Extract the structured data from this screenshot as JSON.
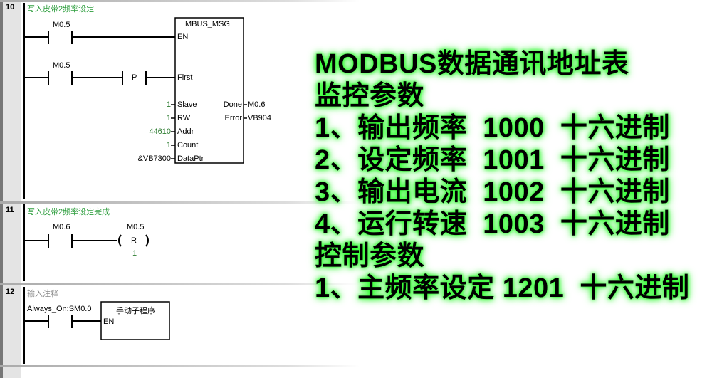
{
  "networks": [
    {
      "number": "10",
      "comment": "写入皮带2频率设定",
      "contact1": "M0.5",
      "contact2": "M0.5",
      "edge": "P",
      "block": {
        "title": "MBUS_MSG",
        "en": "EN",
        "first": "First",
        "inputs": [
          {
            "value": "1",
            "pin": "Slave"
          },
          {
            "value": "1",
            "pin": "RW"
          },
          {
            "value": "44610",
            "pin": "Addr"
          },
          {
            "value": "1",
            "pin": "Count"
          },
          {
            "value": "&VB7300",
            "pin": "DataPtr"
          }
        ],
        "outputs": [
          {
            "pin": "Done",
            "value": "M0.6"
          },
          {
            "pin": "Error",
            "value": "VB904"
          }
        ]
      }
    },
    {
      "number": "11",
      "comment": "写入皮带2频率设定完成",
      "contact": "M0.6",
      "coil_addr": "M0.5",
      "coil": "R",
      "coil_count": "1"
    },
    {
      "number": "12",
      "comment": "输入注释",
      "contact": "Always_On:SM0.0",
      "block_title": "手动子程序",
      "en": "EN"
    }
  ],
  "overlay": [
    "MODBUS数据通讯地址表",
    "监控参数",
    "1、输出频率  1000  十六进制",
    "2、设定频率  1001  十六进制",
    "3、输出电流  1002  十六进制",
    "4、运行转速  1003  十六进制",
    "控制参数",
    "1、主频率设定 1201  十六进制"
  ],
  "colors": {
    "comment": "#2e9e3e",
    "glow": "#33ff33"
  }
}
